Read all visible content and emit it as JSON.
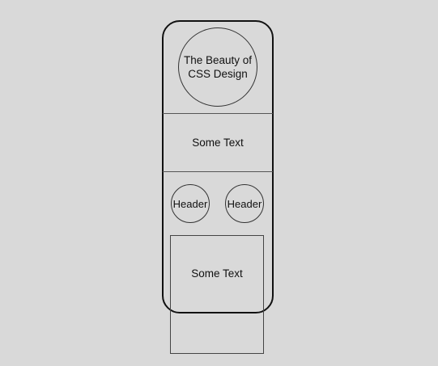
{
  "hero": {
    "title": "The Beauty of CSS Design"
  },
  "band": {
    "text": "Some Text"
  },
  "headers": [
    {
      "label": "Header"
    },
    {
      "label": "Header"
    }
  ],
  "box": {
    "text": "Some Text"
  },
  "colors": {
    "background": "#d9d9d9",
    "stroke": "#111111"
  }
}
